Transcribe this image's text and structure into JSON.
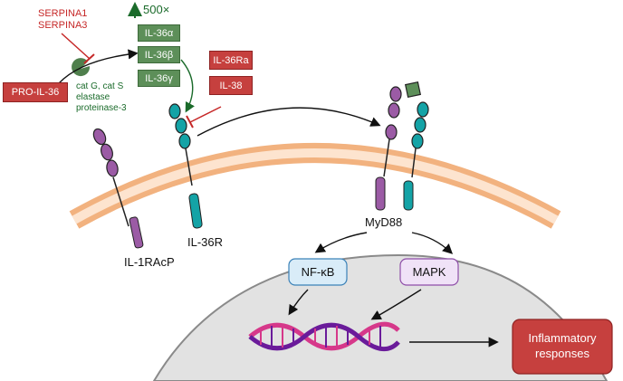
{
  "inhibitors": {
    "line1": "SERPINA1",
    "line2": "SERPINA3"
  },
  "fold_change": "500×",
  "pro_cytokine": "PRO-IL-36",
  "agonists": [
    "IL-36α",
    "IL-36β",
    "IL-36γ"
  ],
  "proteases": {
    "line1": "cat G, cat S",
    "line2": "elastase",
    "line3": "proteinase-3"
  },
  "antagonists": [
    "IL-36Ra",
    "IL-38"
  ],
  "receptors": {
    "accessory": "IL-1RAcP",
    "receptor": "IL-36R"
  },
  "adaptor": "MyD88",
  "pathways": {
    "nfkb": "NF-κB",
    "mapk": "MAPK"
  },
  "outcome": {
    "line1": "Inflammatory",
    "line2": "responses"
  },
  "colors": {
    "inhibitor_red": "#c62828",
    "protease_green": "#1b6b2b",
    "cytokine_green": "#5d8f59",
    "antagonist_red": "#c6403e",
    "accessory_purple": "#9b5ba5",
    "receptor_teal": "#14a3a6",
    "membrane": "#f8c8a0"
  }
}
